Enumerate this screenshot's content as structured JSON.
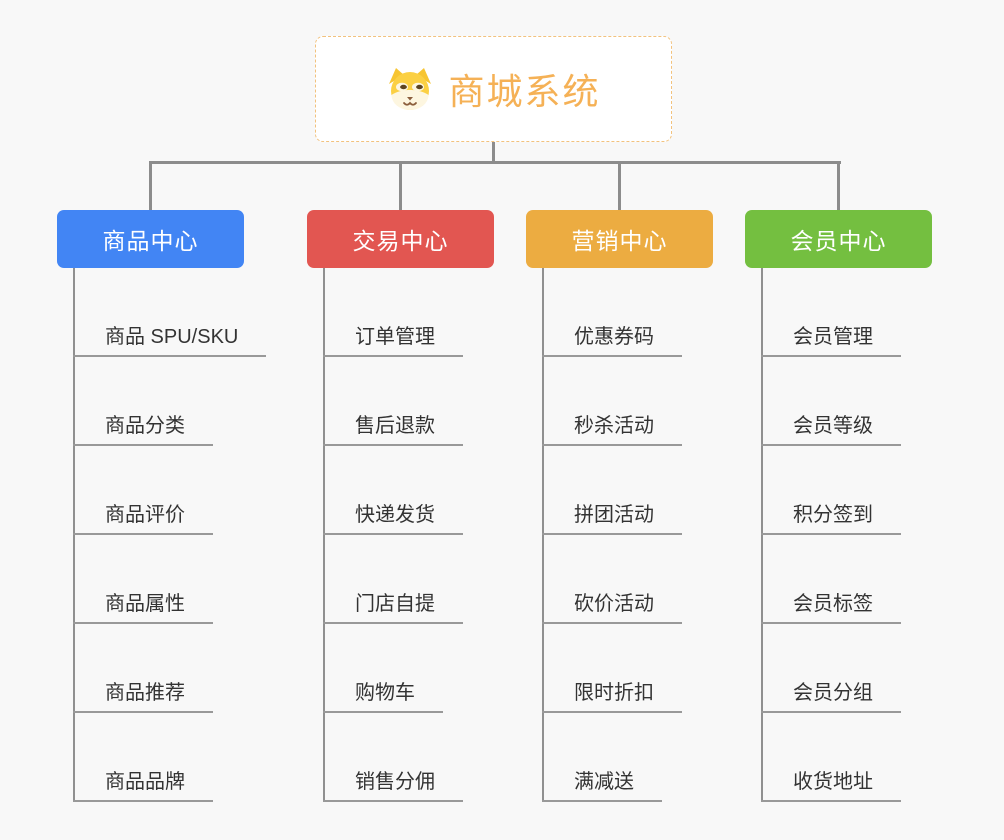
{
  "root": {
    "title": "商城系统",
    "icon": "dog-face-icon"
  },
  "branches": [
    {
      "label": "商品中心",
      "color": "#4285F4",
      "items": [
        "商品 SPU/SKU",
        "商品分类",
        "商品评价",
        "商品属性",
        "商品推荐",
        "商品品牌"
      ]
    },
    {
      "label": "交易中心",
      "color": "#E25651",
      "items": [
        "订单管理",
        "售后退款",
        "快递发货",
        "门店自提",
        "购物车",
        "销售分佣"
      ]
    },
    {
      "label": "营销中心",
      "color": "#ECAC41",
      "items": [
        "优惠券码",
        "秒杀活动",
        "拼团活动",
        "砍价活动",
        "限时折扣",
        "满减送"
      ]
    },
    {
      "label": "会员中心",
      "color": "#74BF40",
      "items": [
        "会员管理",
        "会员等级",
        "积分签到",
        "会员标签",
        "会员分组",
        "收货地址"
      ]
    }
  ],
  "colors": {
    "background": "#F8F8F8",
    "connector": "#8C8C8C",
    "underline": "#999999",
    "item_text": "#333333",
    "root_accent": "#F5B156",
    "root_border": "#F2C27E"
  }
}
